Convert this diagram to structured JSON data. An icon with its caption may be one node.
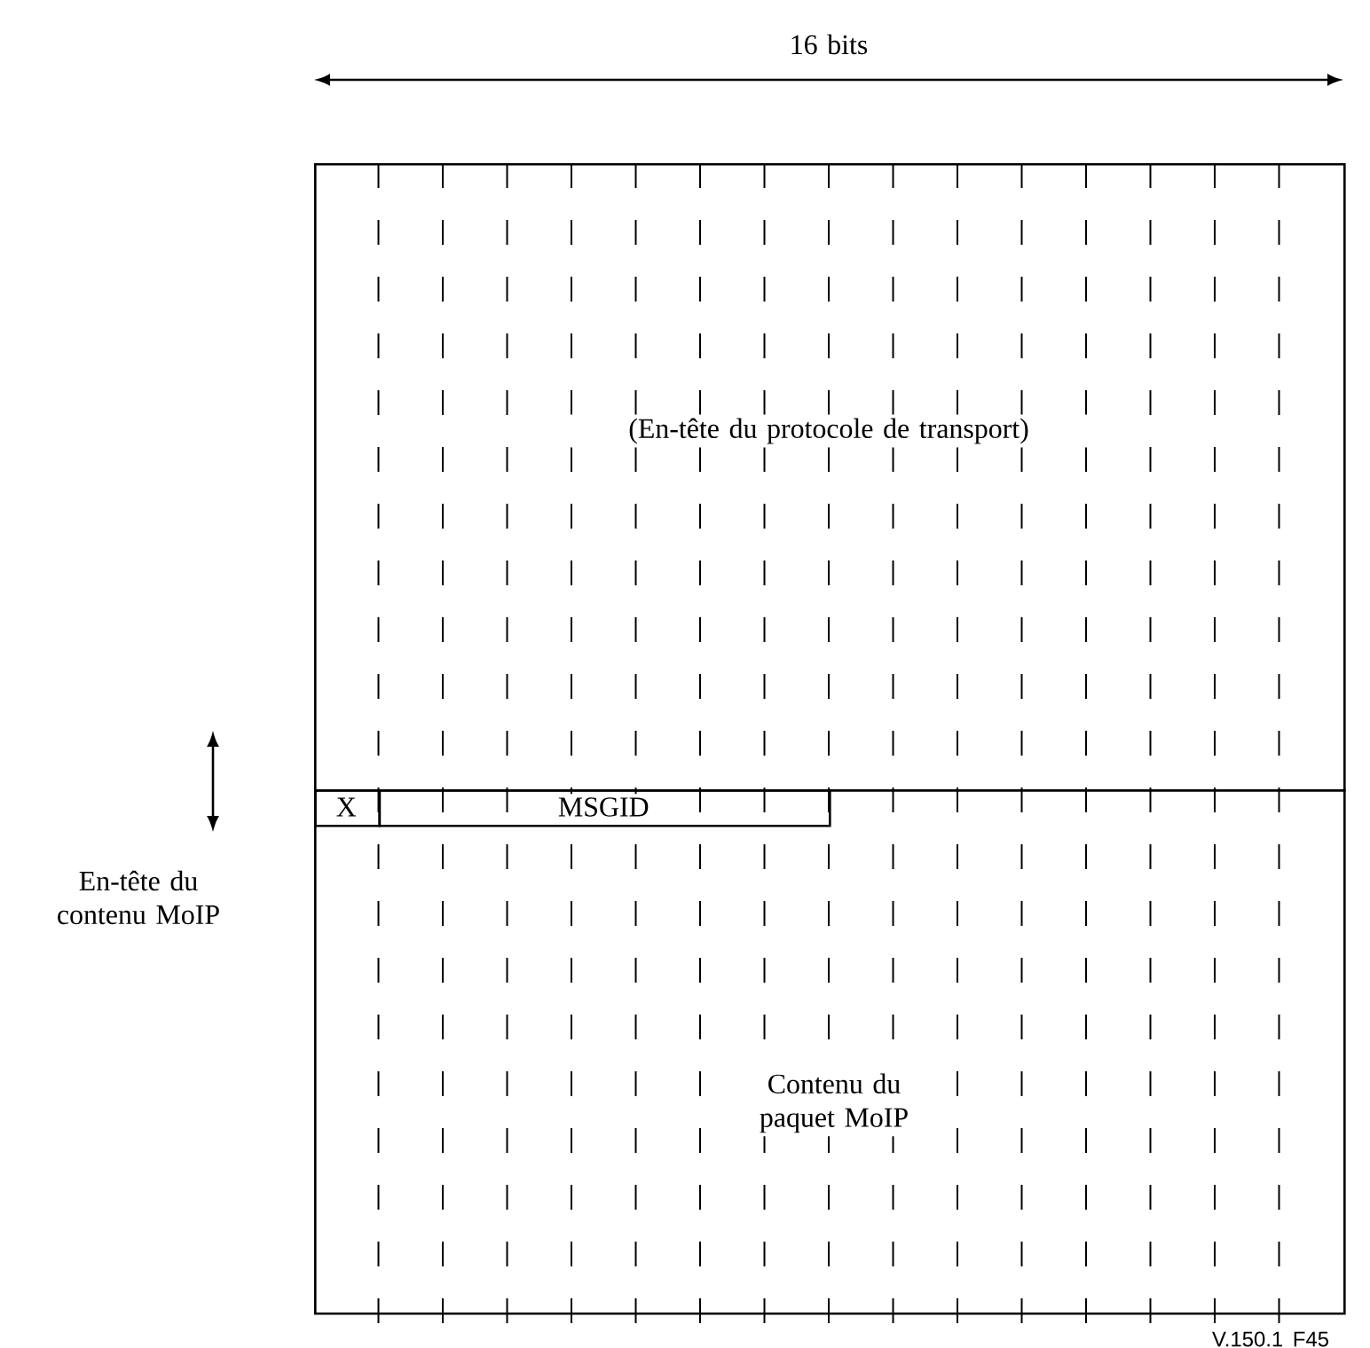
{
  "diagram": {
    "nodes": [
      {
        "text": [
          "(En-tête du protocole de transport)"
        ]
      },
      {
        "text": [
          "Contenu du paquet MoIP"
        ]
      },
      {
        "text": [
          "X"
        ],
        "in": 1
      },
      {
        "text": [
          "MSGID"
        ],
        "in": 1
      }
    ],
    "labels": [
      "16 bits",
      "En-tête du contenu MoIP",
      "V.150.1 F45"
    ]
  }
}
